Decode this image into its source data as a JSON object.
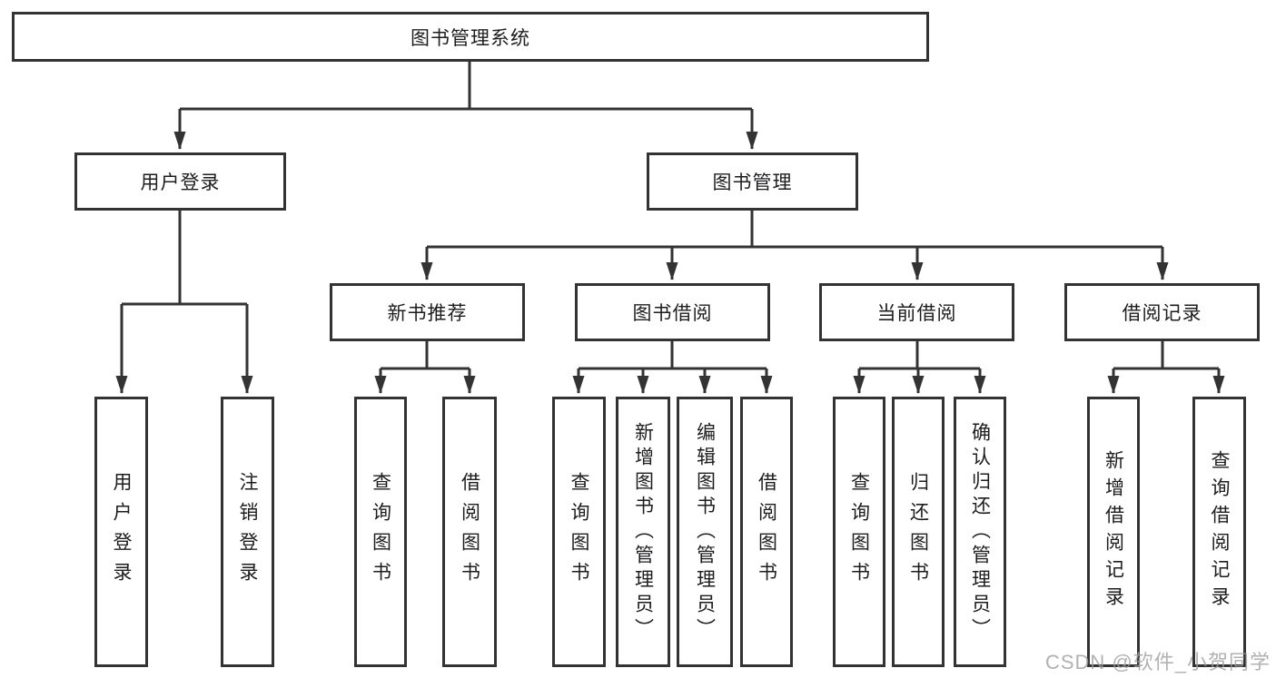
{
  "diagram": {
    "root": {
      "label": "图书管理系统"
    },
    "branches": [
      {
        "label": "用户登录",
        "children": [
          {
            "label": "用户登录"
          },
          {
            "label": "注销登录"
          }
        ]
      },
      {
        "label": "图书管理",
        "children": [
          {
            "label": "新书推荐",
            "children": [
              {
                "label": "查询图书"
              },
              {
                "label": "借阅图书"
              }
            ]
          },
          {
            "label": "图书借阅",
            "children": [
              {
                "label": "查询图书"
              },
              {
                "label": "新增图书（管理员）"
              },
              {
                "label": "编辑图书（管理员）"
              },
              {
                "label": "借阅图书"
              }
            ]
          },
          {
            "label": "当前借阅",
            "children": [
              {
                "label": "查询图书"
              },
              {
                "label": "归还图书"
              },
              {
                "label": "确认归还（管理员）"
              }
            ]
          },
          {
            "label": "借阅记录",
            "children": [
              {
                "label": "新增借阅记录"
              },
              {
                "label": "查询借阅记录"
              }
            ]
          }
        ]
      }
    ]
  },
  "watermark": {
    "text": "CSDN @软件_小贺同学"
  },
  "colors": {
    "line": "#333333",
    "text": "#1d1d1f",
    "watermark": "#9e9e9e"
  }
}
